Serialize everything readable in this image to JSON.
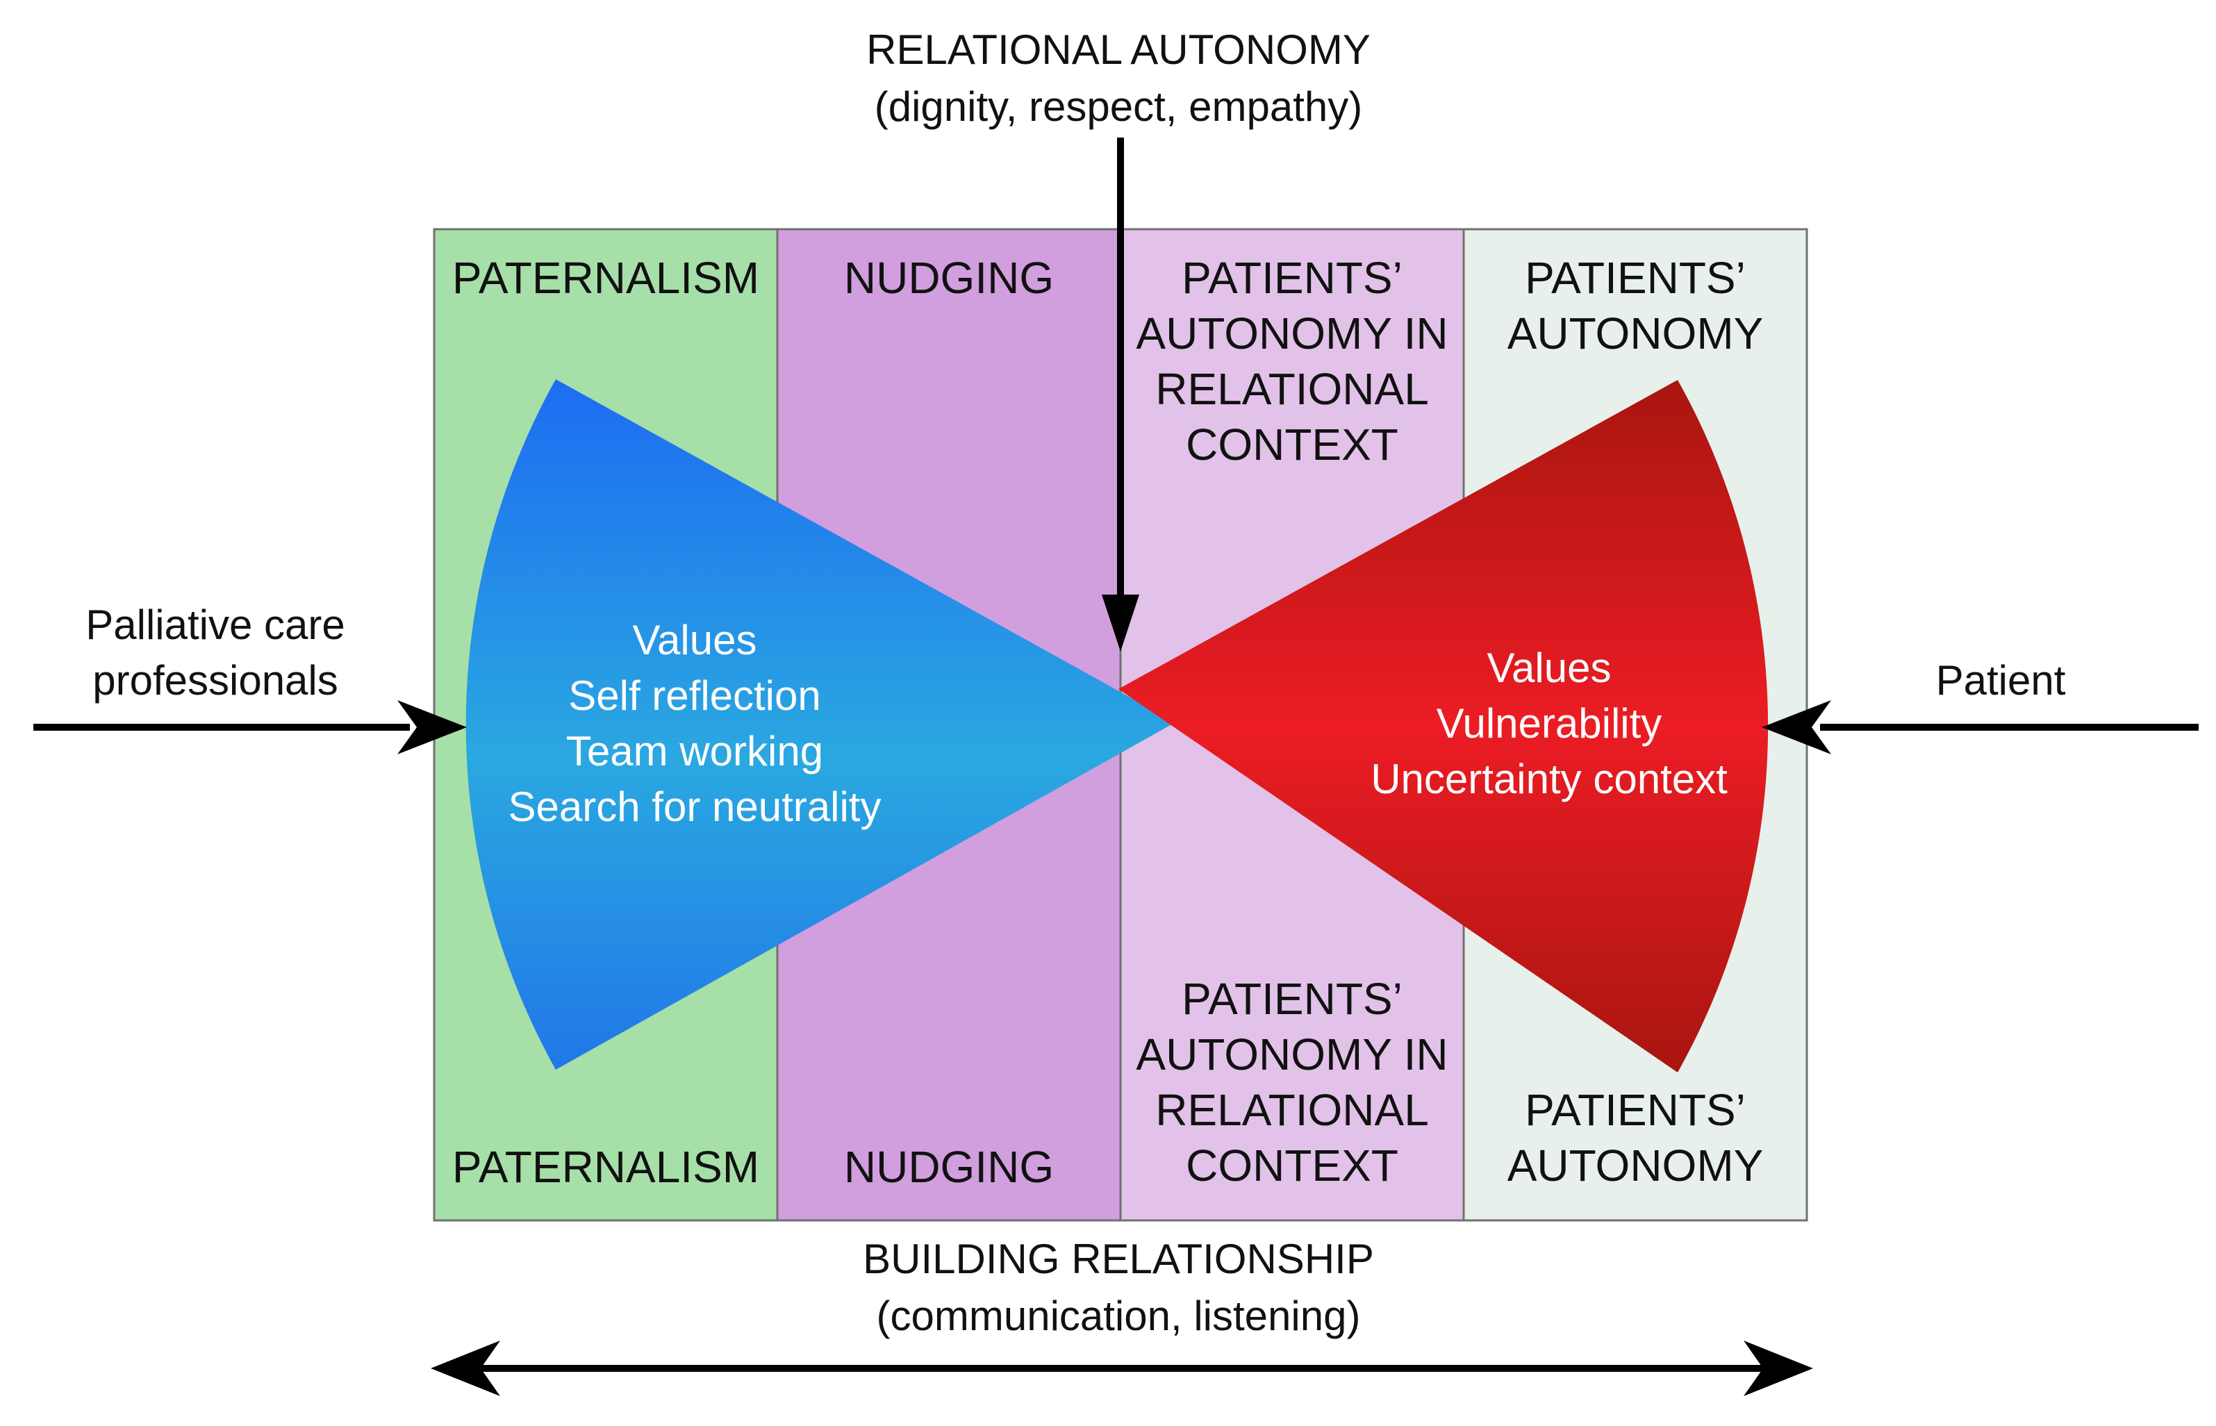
{
  "top_label": {
    "title": "RELATIONAL AUTONOMY",
    "subtitle": "(dignity, respect, empathy)"
  },
  "bottom_label": {
    "title": "BUILDING RELATIONSHIP",
    "subtitle": "(communication, listening)"
  },
  "left_actor": {
    "line1": "Palliative care",
    "line2": "professionals"
  },
  "right_actor": {
    "label": "Patient"
  },
  "zones": [
    {
      "color": "#a6dfa8",
      "top_lines": [
        "PATERNALISM"
      ],
      "bottom_lines": [
        "PATERNALISM"
      ]
    },
    {
      "color": "#d19ede",
      "top_lines": [
        "NUDGING"
      ],
      "bottom_lines": [
        "NUDGING"
      ]
    },
    {
      "color": "#e2c2e8",
      "top_lines": [
        "PATIENTS’",
        "AUTONOMY IN",
        "RELATIONAL",
        "CONTEXT"
      ],
      "bottom_lines": [
        "PATIENTS’",
        "AUTONOMY IN",
        "RELATIONAL",
        "CONTEXT"
      ]
    },
    {
      "color": "#e8f0ec",
      "top_lines": [
        "PATIENTS’",
        "AUTONOMY"
      ],
      "bottom_lines": [
        "PATIENTS’",
        "AUTONOMY"
      ]
    }
  ],
  "professional_wedge": {
    "color_top": "#1d6cf2",
    "color_mid": "#2aa8e0",
    "color_bottom": "#2177e8",
    "items": [
      "Values",
      "Self reflection",
      "Team working",
      "Search for neutrality"
    ]
  },
  "patient_wedge": {
    "color_dark": "#a8160f",
    "color_bright": "#ec1c24",
    "items": [
      "Values",
      "Vulnerability",
      "Uncertainty context"
    ]
  }
}
